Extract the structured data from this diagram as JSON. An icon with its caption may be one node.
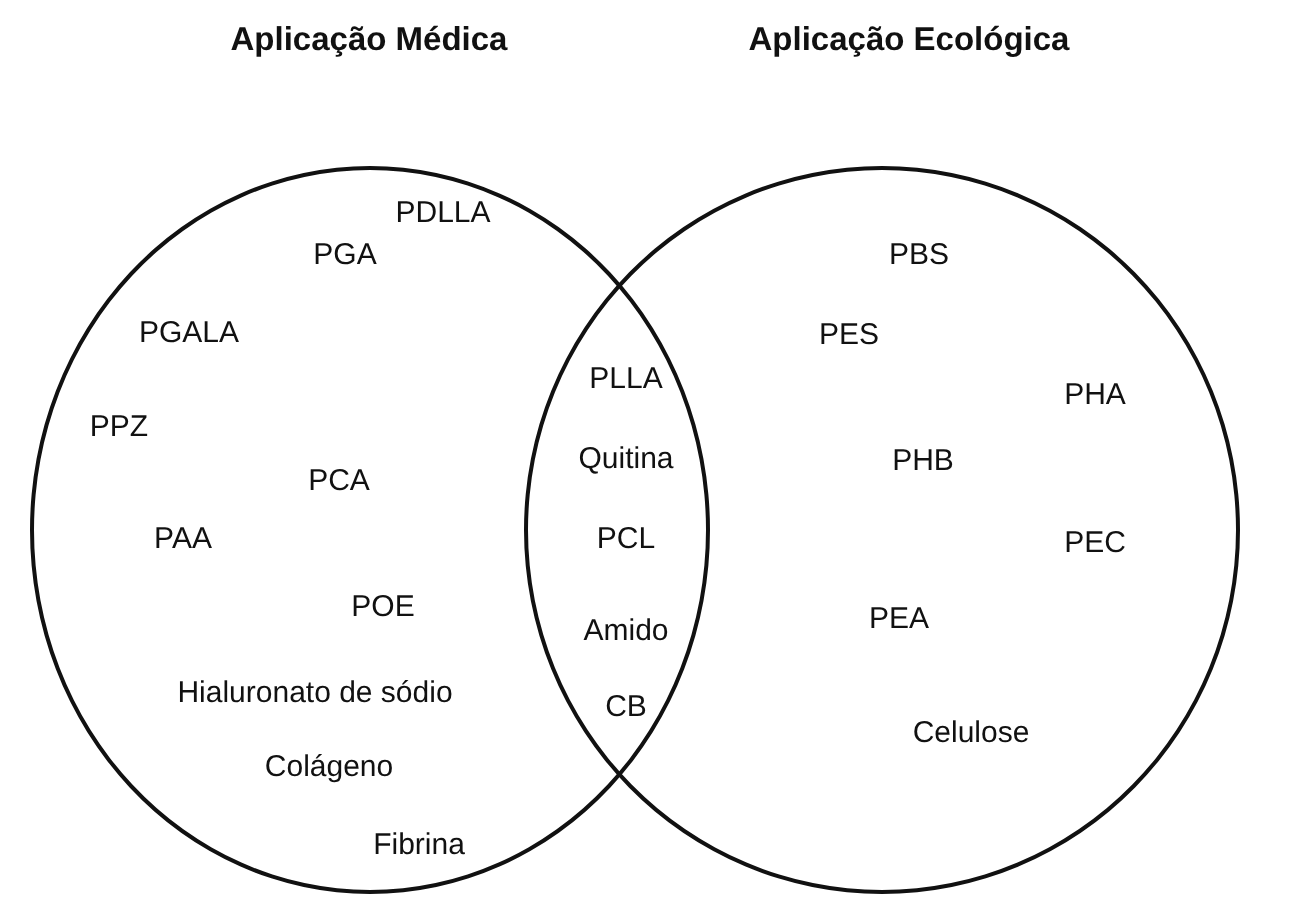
{
  "diagram": {
    "nodes": [
      {
        "text": [
          "Aplicação Médica",
          "PDLLA",
          "PGA",
          "PGALA",
          "PPZ",
          "PCA",
          "PAA",
          "POE",
          "Hialuronato de sódio",
          "Colágeno",
          "Fibrina"
        ]
      },
      {
        "text": [
          "Aplicação Ecológica",
          "PBS",
          "PES",
          "PHA",
          "PHB",
          "PEC",
          "PEA",
          "Celulose"
        ]
      }
    ],
    "labels": [
      "PLLA",
      "Quitina",
      "PCL",
      "Amido",
      "CB"
    ]
  }
}
